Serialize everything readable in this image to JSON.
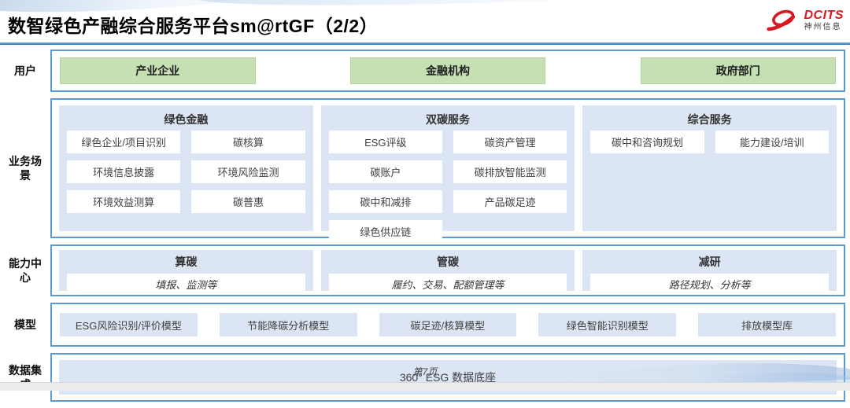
{
  "header": {
    "title": "数智绿色产融综合服务平台sm@rtGF（2/2）",
    "logo": {
      "brand": "DCITS",
      "brand_cn": "神州信息"
    }
  },
  "rows": {
    "users": {
      "label": "用户",
      "items": [
        "产业企业",
        "金融机构",
        "政府部门"
      ]
    },
    "scenarios": {
      "label": "业务场景",
      "columns": [
        {
          "title": "绿色金融",
          "items": [
            "绿色企业/项目识别",
            "碳核算",
            "环境信息披露",
            "环境风险监测",
            "环境效益测算",
            "碳普惠"
          ]
        },
        {
          "title": "双碳服务",
          "items": [
            "ESG评级",
            "碳资产管理",
            "碳账户",
            "碳排放智能监测",
            "碳中和减排",
            "产品碳足迹",
            "绿色供应链"
          ]
        },
        {
          "title": "综合服务",
          "items": [
            "碳中和咨询规划",
            "能力建设/培训"
          ]
        }
      ]
    },
    "capabilities": {
      "label": "能力中心",
      "columns": [
        {
          "title": "算碳",
          "detail": "填报、监测等"
        },
        {
          "title": "管碳",
          "detail": "履约、交易、配额管理等"
        },
        {
          "title": "减研",
          "detail": "路径规划、分析等"
        }
      ]
    },
    "models": {
      "label": "模型",
      "items": [
        "ESG风险识别/评价模型",
        "节能降碳分析模型",
        "碳足迹/核算模型",
        "绿色智能识别模型",
        "排放模型库"
      ]
    },
    "data_integration": {
      "label": "数据集成",
      "item": "360° ESG 数据底座"
    }
  },
  "footer": {
    "page": "第7页"
  },
  "colors": {
    "accent_blue_border": "#5b9bd5",
    "panel_blue": "#dce5f3",
    "user_green": "#c6e0b4",
    "brand_red": "#d71a21",
    "header_line_blue": "#2a70b8"
  }
}
